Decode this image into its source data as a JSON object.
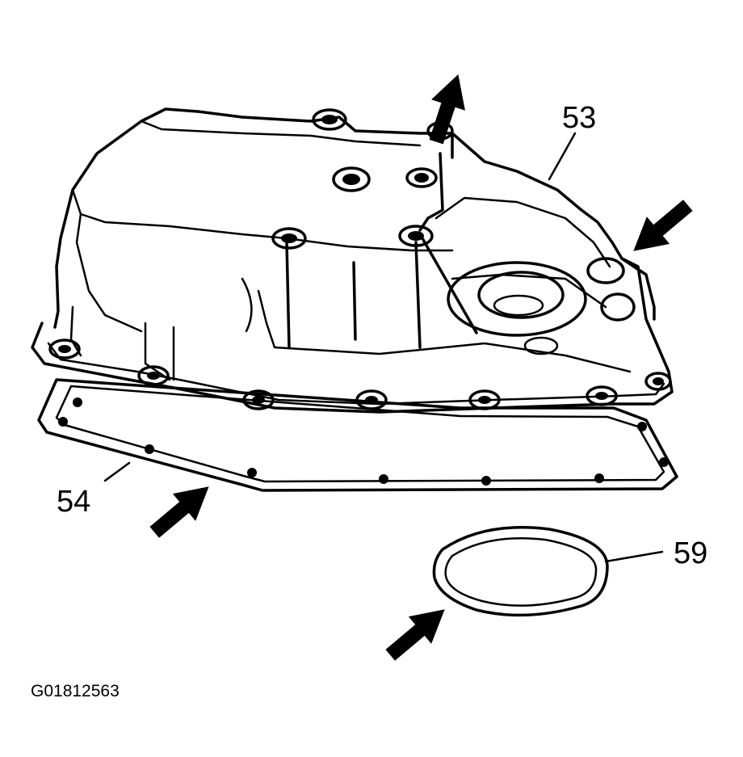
{
  "labels": {
    "pan": "53",
    "gasket": "54",
    "seal": "59"
  },
  "figure_id": "G01812563"
}
